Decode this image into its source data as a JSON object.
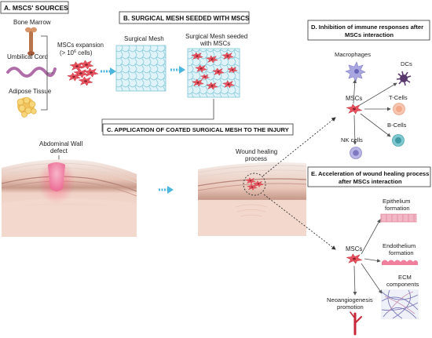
{
  "panel_a": {
    "title": "A. MSCS' SOURCES"
  },
  "sources": [
    {
      "name": "Bone Marrow"
    },
    {
      "name": "Umbilical Cord"
    },
    {
      "name": "Adipose Tissue"
    }
  ],
  "expansion": {
    "line1": "MSCs expansion",
    "line2_prefix": "(> 10",
    "exp": "6",
    "line2_suffix": " cells)"
  },
  "panel_b": {
    "title": "B. SURGICAL MESH SEEDED WITH MSCS",
    "mesh_label": "Surgical Mesh",
    "seeded_label_line1": "Surgical Mesh seeded",
    "seeded_label_line2": "with MSCs"
  },
  "panel_c": {
    "title": "C. APPLICATION OF COATED SURGICAL MESH TO THE INJURY",
    "defect_line1": "Abdominal Wall",
    "defect_line2": "defect",
    "healing_line1": "Wound healing",
    "healing_line2": "process"
  },
  "panel_d": {
    "title_line1": "D. Inhibition of immune responses after",
    "title_line2": "MSCs interaction",
    "center": "MSCs",
    "cells": {
      "macrophages": "Macrophages",
      "dcs": "DCs",
      "tcells": "T-Cells",
      "bcells": "B-Cells",
      "nkcells": "NK cells"
    }
  },
  "panel_e": {
    "title_line1": "E. Acceleration of wound healing process",
    "title_line2": "after MSCs interaction",
    "center": "MSCs",
    "epithelium_line1": "Epithelium",
    "epithelium_line2": "formation",
    "endothelium_line1": "Endothelium",
    "endothelium_line2": "formation",
    "ecm_line1": "ECM",
    "ecm_line2": "components",
    "neo_line1": "Neoangiogenesis",
    "neo_line2": "promotion"
  },
  "colors": {
    "mesh_bg": "#dff3f8",
    "mesh_line": "#7cc4d6",
    "arrow_blue": "#4db6dd",
    "msc_pink": "#e8535f",
    "skin_pink": "#f0d2c6",
    "defect_pink": "#f59ab6"
  }
}
